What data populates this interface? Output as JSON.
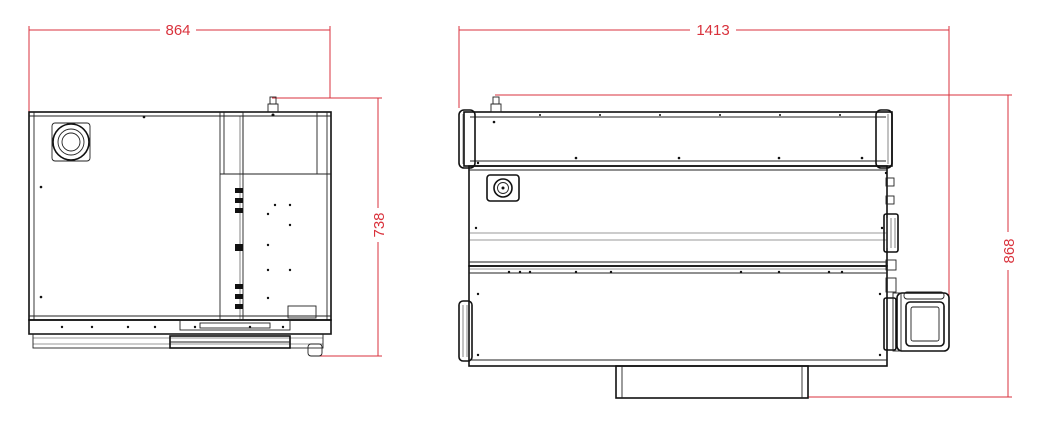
{
  "views": {
    "side": {
      "width_dim": "864",
      "height_dim": "738"
    },
    "front": {
      "width_dim": "1413",
      "height_dim": "868"
    }
  },
  "colors": {
    "dimension": "#d9323c",
    "outline": "#111111",
    "background": "#ffffff"
  }
}
